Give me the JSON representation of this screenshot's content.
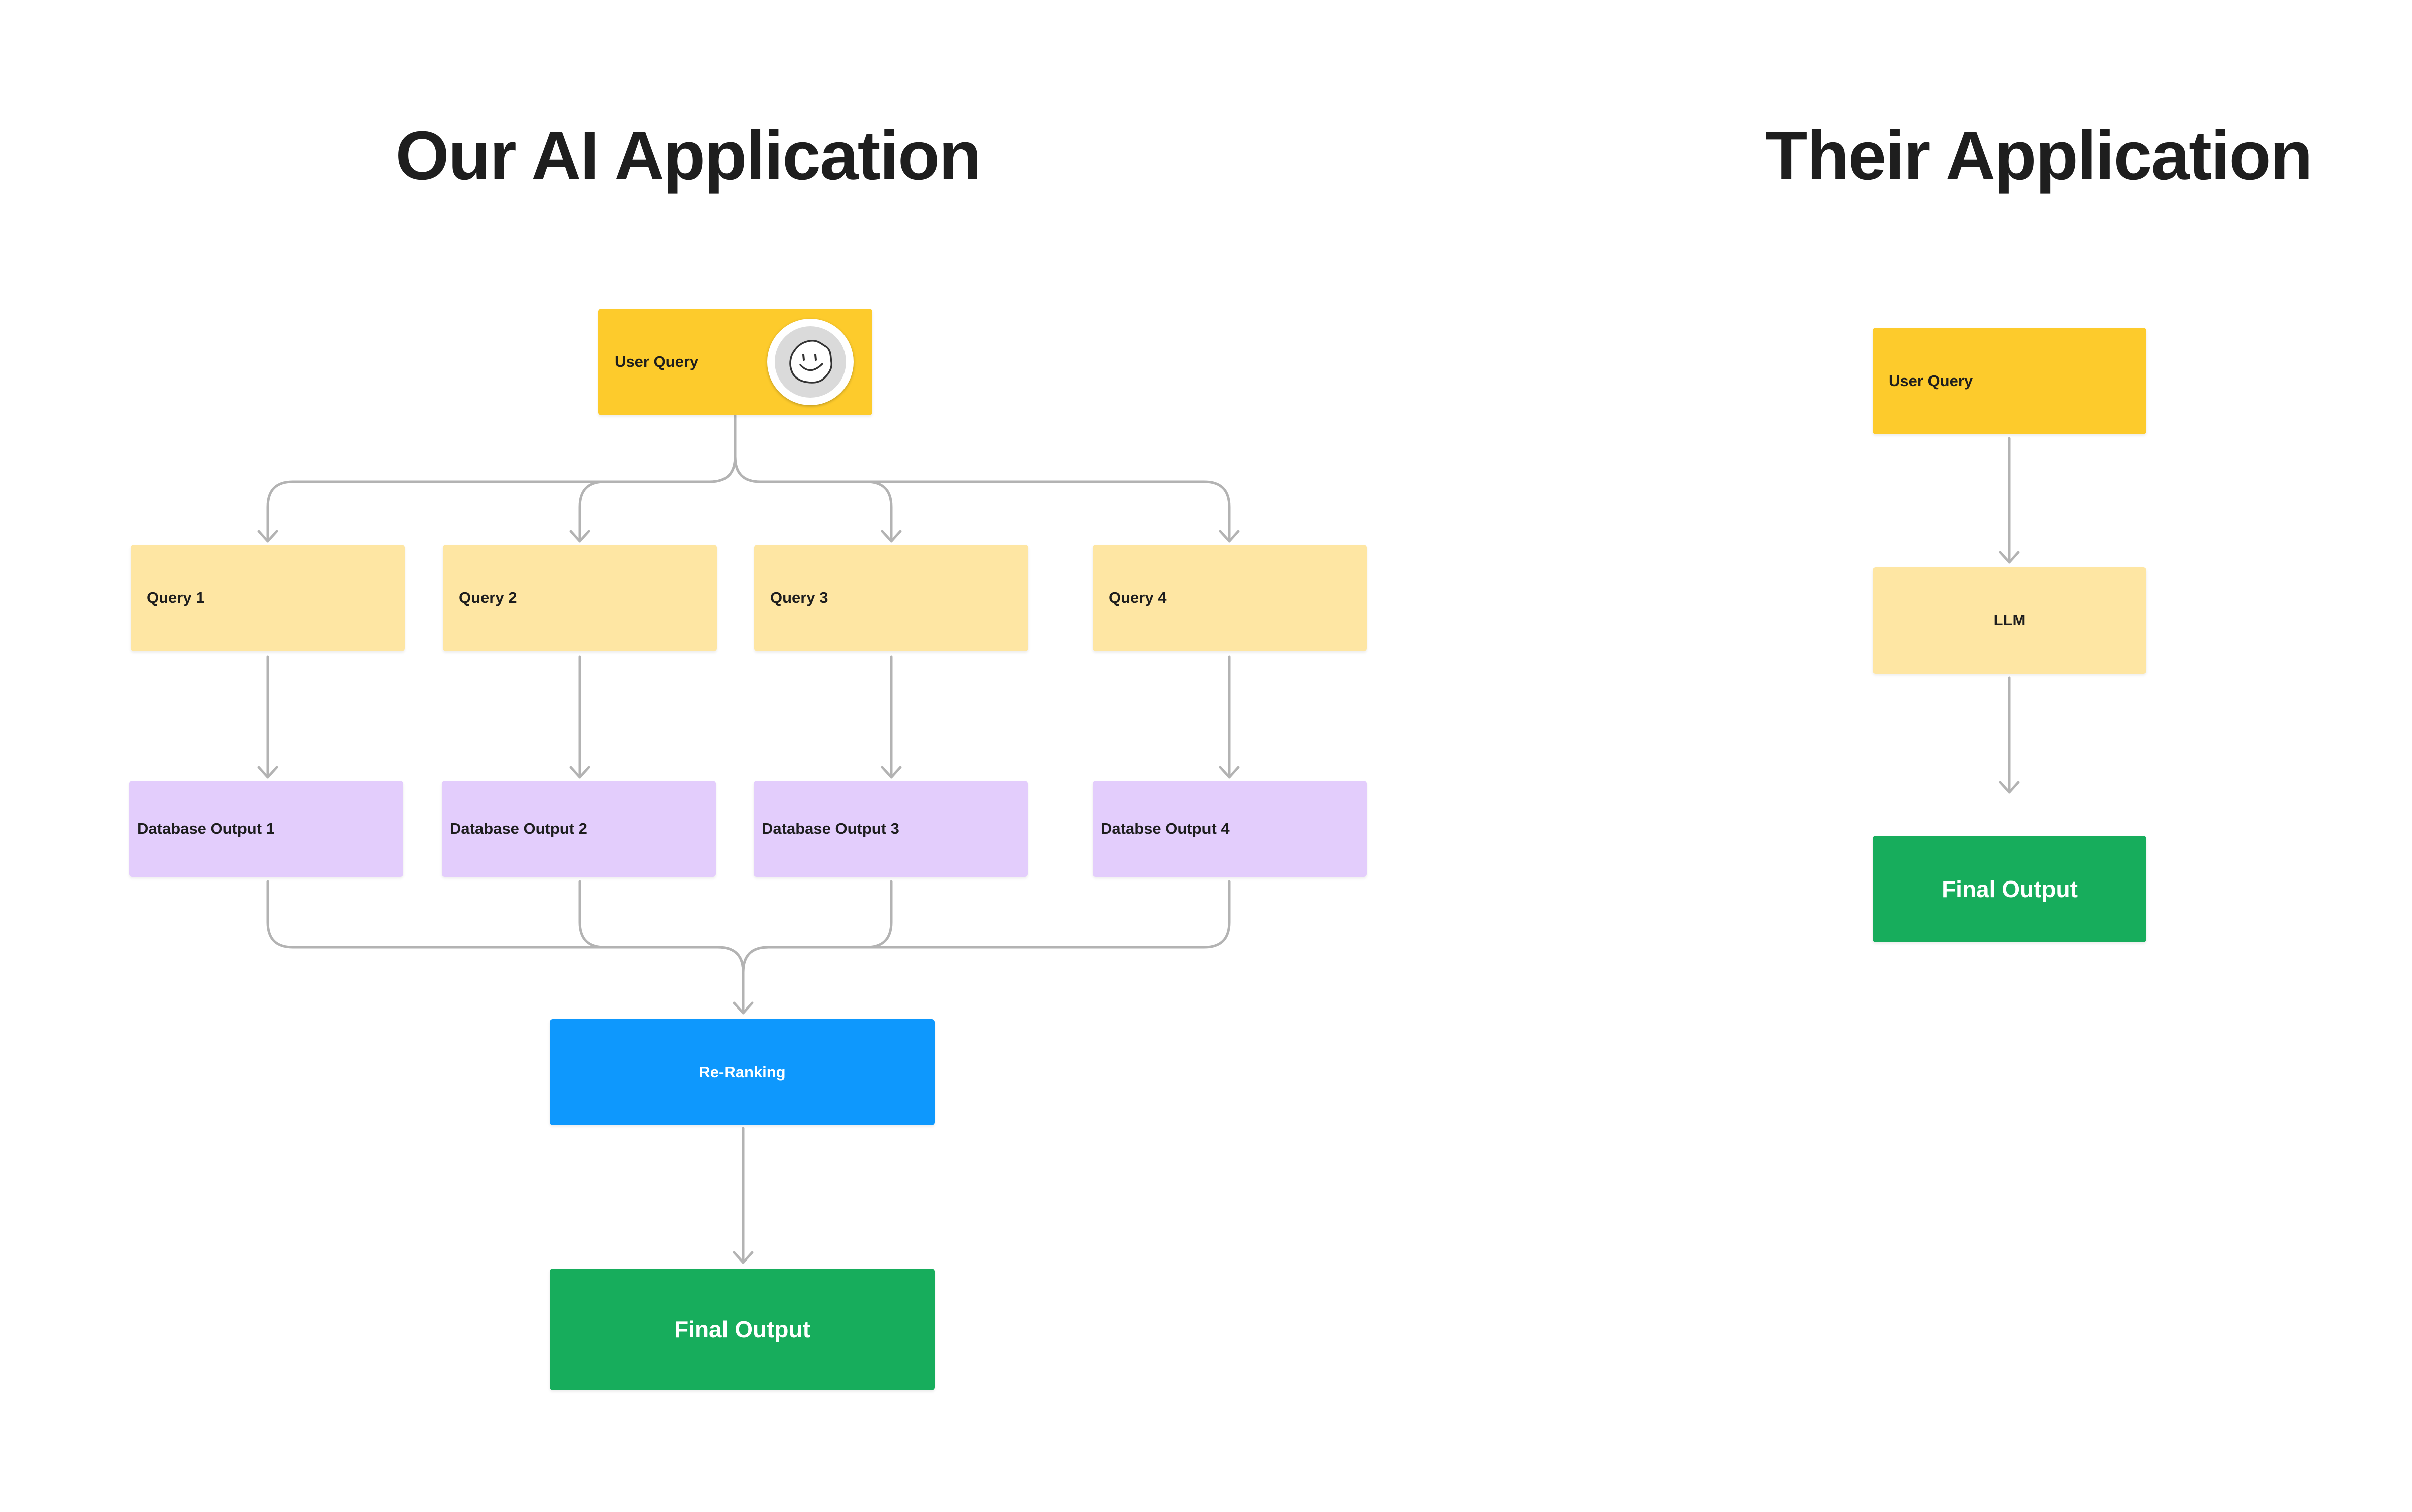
{
  "titles": {
    "ours": "Our AI Application",
    "theirs": "Their Application"
  },
  "ours": {
    "user_query": "User Query",
    "queries": [
      "Query 1",
      "Query 2",
      "Query 3",
      "Query 4"
    ],
    "db_outputs": [
      "Database Output 1",
      "Database Output 2",
      "Database Output 3",
      "Databse Output 4"
    ],
    "reranking": "Re-Ranking",
    "final_output": "Final Output"
  },
  "theirs": {
    "user_query": "User Query",
    "llm": "LLM",
    "final_output": "Final Output"
  },
  "icons": {
    "avatar": "smiley-face-avatar-icon"
  },
  "colors": {
    "user_query": "#fdcb2c",
    "query": "#fee6a3",
    "database_output": "#e3cdfc",
    "reranking": "#0e98fd",
    "final_output": "#17ad5c",
    "connector": "#b3b3b3",
    "title": "#1e1e1e"
  }
}
